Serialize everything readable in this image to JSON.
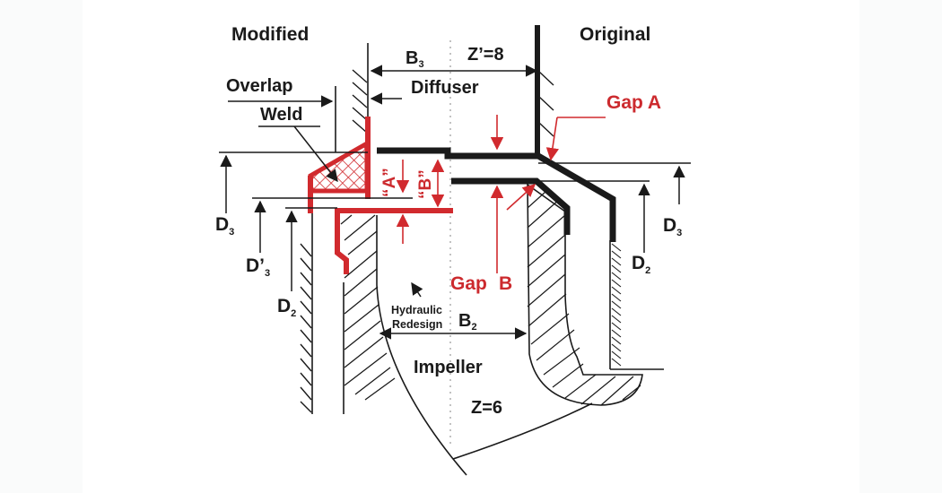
{
  "colors": {
    "ink": "#1a1a1a",
    "modified_red": "#d12a2e",
    "background": "#ffffff",
    "margin": "#fafbfb"
  },
  "labels": {
    "modified": "Modified",
    "original": "Original",
    "overlap": "Overlap",
    "weld": "Weld",
    "diffuser": "Diffuser",
    "z_prime": "Z’=8",
    "b3_main": "B",
    "b3_sub": "3",
    "gap_a": "Gap A",
    "gap_b_1": "Gap",
    "gap_b_2": "B",
    "a_quote": "“A”",
    "b_quote": "“B”",
    "d3_left_main": "D",
    "d3_left_sub": "3",
    "d3p_main": "D’",
    "d3p_sub": "3",
    "d2_left_main": "D",
    "d2_left_sub": "2",
    "d3_right_main": "D",
    "d3_right_sub": "3",
    "d2_right_main": "D",
    "d2_right_sub": "2",
    "hydraulic_1": "Hydraulic",
    "hydraulic_2": "Redesign",
    "b2_main": "B",
    "b2_sub": "2",
    "impeller": "Impeller",
    "z_impeller": "Z=6"
  }
}
